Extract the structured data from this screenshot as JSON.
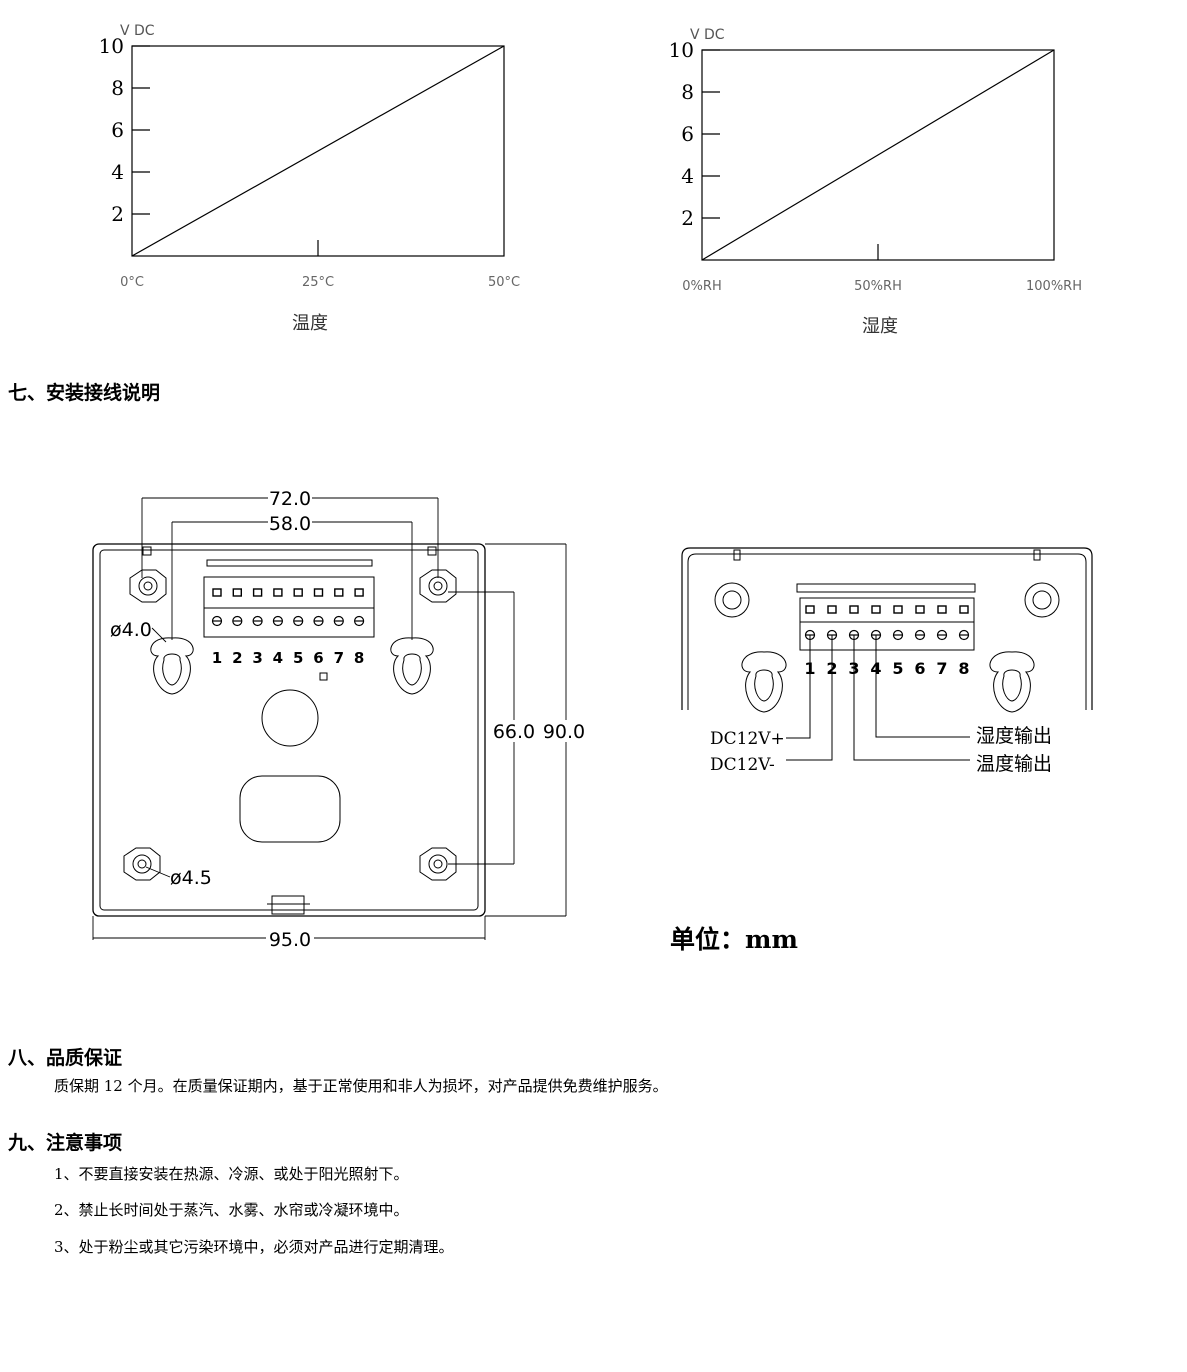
{
  "chart_data": [
    {
      "type": "line",
      "unit_label": "V  DC",
      "y_ticks": [
        "10",
        "8",
        "6",
        "4",
        "2"
      ],
      "y_tick_values": [
        10,
        8,
        6,
        4,
        2
      ],
      "x_tick_labels": [
        "0°C",
        "25°C",
        "50°C"
      ],
      "x_tick_values": [
        0,
        25,
        50
      ],
      "xlabel": "温度",
      "ylim": [
        0,
        10
      ],
      "xlim": [
        0,
        50
      ],
      "series": [
        {
          "x": [
            0,
            50
          ],
          "y": [
            0,
            10
          ]
        }
      ]
    },
    {
      "type": "line",
      "unit_label": "V  DC",
      "y_ticks": [
        "10",
        "8",
        "6",
        "4",
        "2"
      ],
      "y_tick_values": [
        10,
        8,
        6,
        4,
        2
      ],
      "x_tick_labels": [
        "0%RH",
        "50%RH",
        "100%RH"
      ],
      "x_tick_values": [
        0,
        50,
        100
      ],
      "xlabel": "湿度",
      "ylim": [
        0,
        10
      ],
      "xlim": [
        0,
        100
      ],
      "series": [
        {
          "x": [
            0,
            100
          ],
          "y": [
            0,
            10
          ]
        }
      ]
    }
  ],
  "section7": {
    "title": "七、安装接线说明"
  },
  "diagram_left": {
    "dim_72": "72.0",
    "dim_58": "58.0",
    "dim_66": "66.0",
    "dim_90": "90.0",
    "dim_95": "95.0",
    "hole_d40": "ø4.0",
    "hole_d45": "ø4.5",
    "terminals": [
      "1",
      "2",
      "3",
      "4",
      "5",
      "6",
      "7",
      "8"
    ]
  },
  "diagram_right": {
    "terminals": [
      "1",
      "2",
      "3",
      "4",
      "5",
      "6",
      "7",
      "8"
    ],
    "label_dc_plus": "DC12V+",
    "label_dc_minus": "DC12V-",
    "label_humidity_out": "湿度输出",
    "label_temperature_out": "温度输出",
    "unit": "单位：mm"
  },
  "section8": {
    "title": "八、品质保证",
    "body": "质保期 12 个月。在质量保证期内，基于正常使用和非人为损坏，对产品提供免费维护服务。"
  },
  "section9": {
    "title": "九、注意事项",
    "items": [
      "1、不要直接安装在热源、冷源、或处于阳光照射下。",
      "2、禁止长时间处于蒸汽、水雾、水帘或冷凝环境中。",
      "3、处于粉尘或其它污染环境中，必须对产品进行定期清理。"
    ]
  }
}
